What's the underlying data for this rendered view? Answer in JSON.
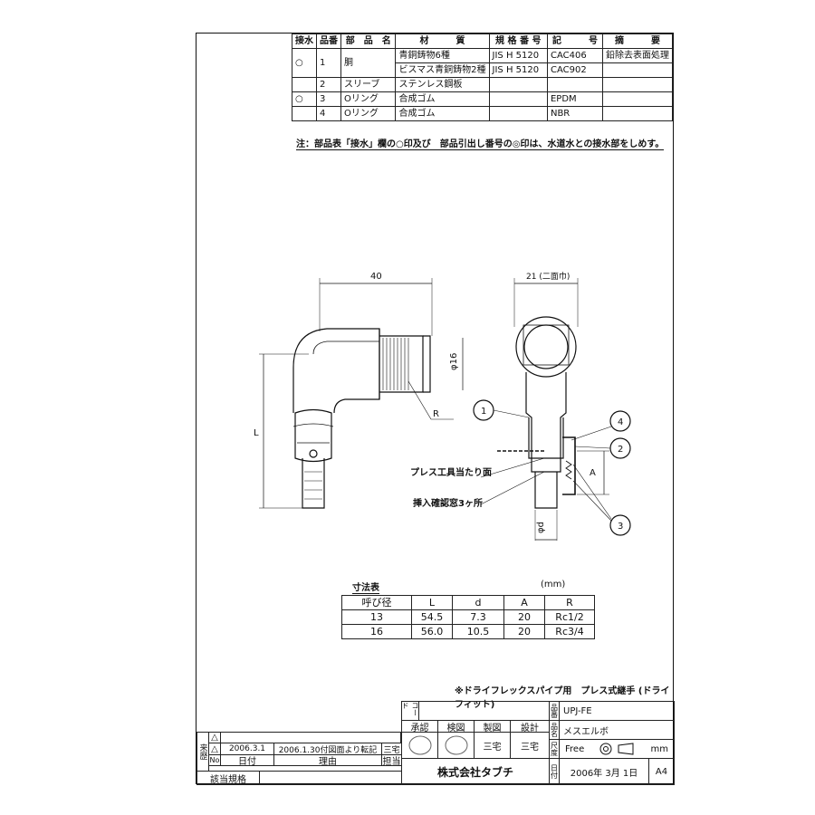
{
  "parts_table": {
    "headers": [
      "接水",
      "品番",
      "部　品　名",
      "材　　　質",
      "規 格 番 号",
      "記　　　号",
      "摘　　　要"
    ],
    "rows": [
      [
        "○",
        "1",
        "胴",
        "青銅鋳物6種",
        "JIS H 5120",
        "CAC406",
        "鉛除去表面処理"
      ],
      [
        "",
        "",
        "",
        "ビスマス青銅鋳物2種",
        "JIS H 5120",
        "CAC902",
        ""
      ],
      [
        "",
        "2",
        "スリーブ",
        "ステンレス鋼板",
        "",
        "",
        ""
      ],
      [
        "○",
        "3",
        "Oリング",
        "合成ゴム",
        "",
        "EPDM",
        ""
      ],
      [
        "",
        "4",
        "Oリング",
        "合成ゴム",
        "",
        "NBR",
        ""
      ]
    ]
  },
  "note": "注：部品表「接水」欄の○印及び　部品引出し番号の◎印は、水道水との接水部をしめす。",
  "drawing": {
    "dim_40": "40",
    "dim_21": "21 (二面巾)",
    "dim_phi16": "φ16",
    "dim_L": "L",
    "label_R": "R",
    "dim_A": "A",
    "dim_phid": "φd",
    "press_face": "プレス工具当たり面",
    "window": "挿入確認窓3ヶ所",
    "balloons": [
      "1",
      "2",
      "3",
      "4"
    ]
  },
  "dim_table": {
    "title": "寸法表",
    "unit": "(mm)",
    "headers": [
      "呼び径",
      "L",
      "d",
      "A",
      "R"
    ],
    "rows": [
      [
        "13",
        "54.5",
        "7.3",
        "20",
        "Rc1/2"
      ],
      [
        "16",
        "56.0",
        "10.5",
        "20",
        "Rc3/4"
      ]
    ]
  },
  "subtitle": "※ドライフレックスパイプ用　プレス式継手 (ドライフィット)",
  "title_block": {
    "code_label": "コード",
    "product_no_label": "品番",
    "product_no": "UPJ-FE",
    "name_label": "品名",
    "name": "メスエルボ",
    "scale_label": "尺度",
    "scale": "Free",
    "unit": "mm",
    "date_label": "日付",
    "date": "2006年 3月 1日",
    "size": "A4",
    "roles": [
      "承認",
      "検図",
      "製図",
      "設計"
    ],
    "role_names": [
      "",
      "",
      "三宅",
      "三宅"
    ],
    "company": "株式会社タブチ",
    "history_label": "来歴",
    "history_mark": "△",
    "history_date": "2006.3.1",
    "history_reason": "2006.1.30付図面より転記",
    "history_person": "三宅",
    "no_label": "No",
    "date_col": "日付",
    "reason_col": "理由",
    "person_col": "担当",
    "regulation": "該当規格"
  }
}
